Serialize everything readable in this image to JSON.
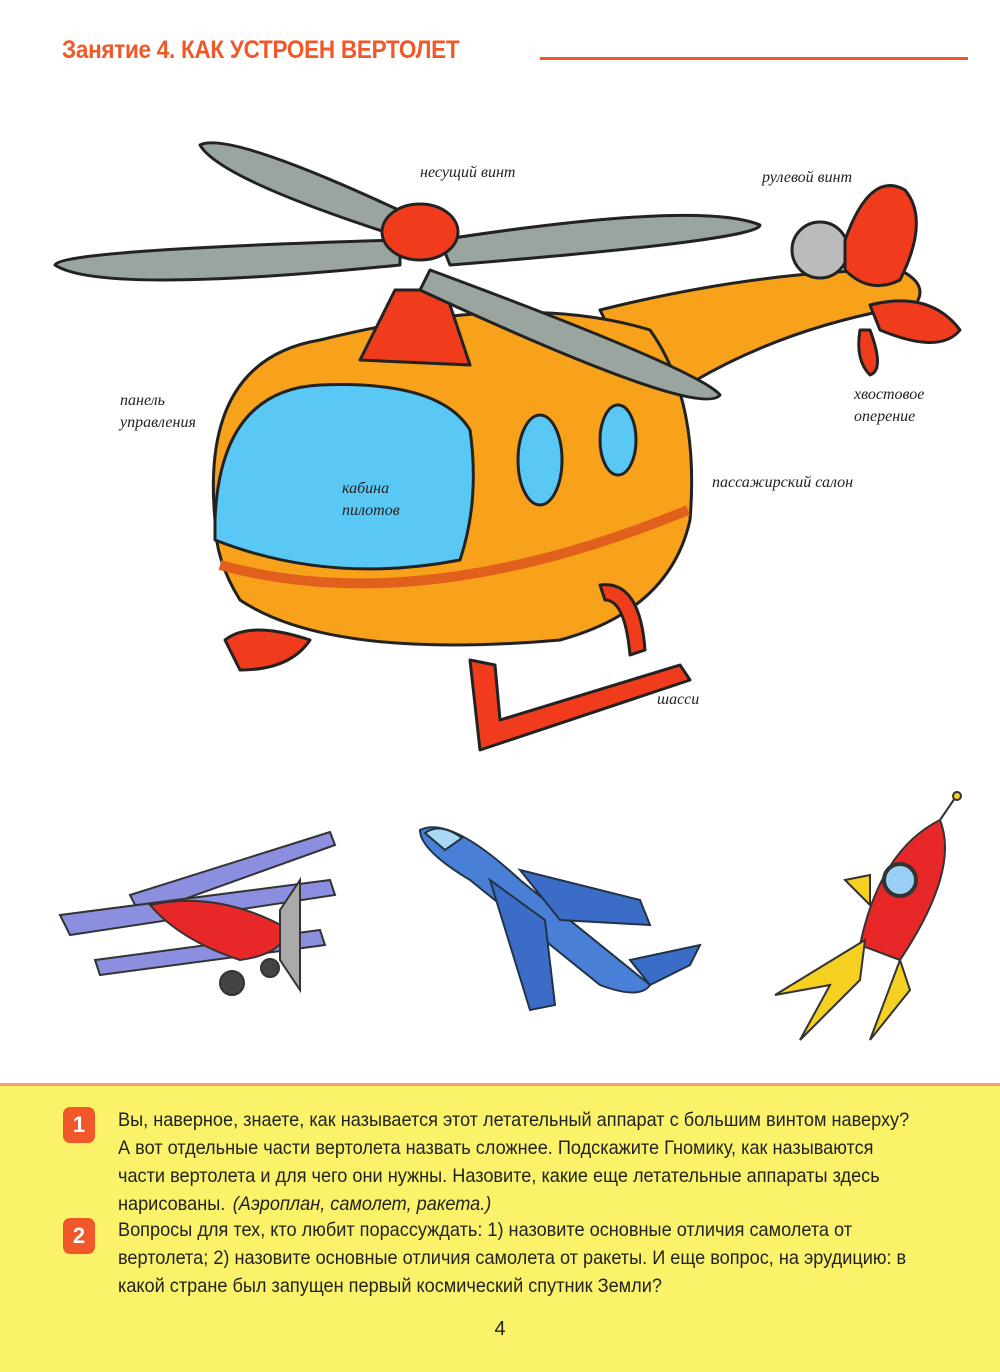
{
  "header": {
    "title": "Занятие 4. КАК УСТРОЕН ВЕРТОЛЕТ"
  },
  "labels": {
    "main_rotor": "несущий винт",
    "tail_rotor": "рулевой винт",
    "control_panel_1": "панель",
    "control_panel_2": "управления",
    "tail_1": "хвостовое",
    "tail_2": "оперение",
    "cockpit_1": "кабина",
    "cockpit_2": "пилотов",
    "cabin": "пассажирский салон",
    "chassis": "шасси"
  },
  "questions": [
    {
      "num": "1",
      "text": "Вы, наверное, знаете, как называется этот летательный аппарат с большим винтом наверху? А вот отдельные части вертолета назвать сложнее. Подскажите Гномику, как называются части вертолета и для чего они нужны. Назовите, какие еще летательные аппараты здесь нарисованы.",
      "answer": "(Аэроплан, самолет, ракета.)"
    },
    {
      "num": "2",
      "text": "Вопросы для тех, кто любит порассуждать: 1) назовите основные отличия самолета от вертолета; 2) назовите основные отличия самолета от ракеты. И еще вопрос, на эрудицию: в какой стране был запущен первый космический спутник Земли?"
    }
  ],
  "page_number": "4",
  "colors": {
    "accent": "#f0582a",
    "panel": "#faf36a"
  }
}
